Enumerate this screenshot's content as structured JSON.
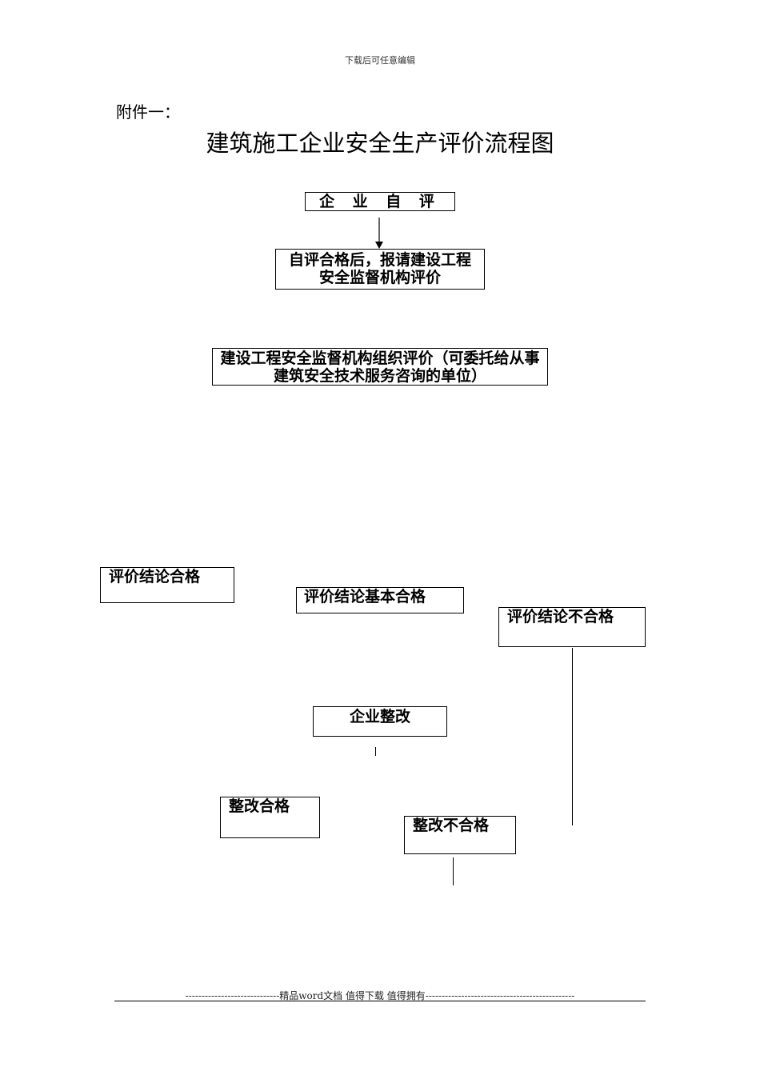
{
  "header_note": "下载后可任意编辑",
  "attachment_label": "附件一：",
  "title": "建筑施工企业安全生产评价流程图",
  "boxes": {
    "self_eval": "企 业 自 评",
    "report": "自评合格后，报请建设工程安全监督机构评价",
    "organize": "建设工程安全监督机构组织评价（可委托给从事建筑安全技术服务咨询的单位）",
    "pass": "评价结论合格",
    "basic_pass": "评价结论基本合格",
    "fail": "评价结论不合格",
    "rectify": "企业整改",
    "rectify_pass": "整改合格",
    "rectify_fail": "整改不合格"
  },
  "footer": "-----------------------------精品word文档 值得下载 值得拥有----------------------------------------------"
}
